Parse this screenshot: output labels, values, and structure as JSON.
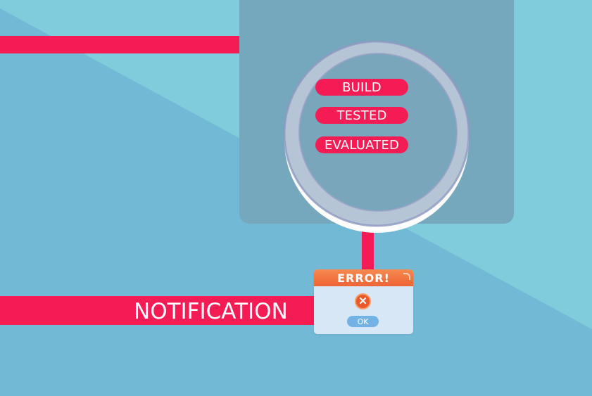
{
  "colors": {
    "background_light": "#80cbdc",
    "background_dark": "#72b9d6",
    "panel": "#76a8bd",
    "accent_red": "#f51c55",
    "lens_ring": "#b5c5d6",
    "error_orange": "#ee6436",
    "dialog_body": "#d7e7f6"
  },
  "stages": [
    "BUILD",
    "TESTED",
    "EVALUATED"
  ],
  "notification": {
    "label": "NOTIFICATION"
  },
  "error_dialog": {
    "title": "ERROR!",
    "icon": "close-icon",
    "ok_label": "OK"
  }
}
